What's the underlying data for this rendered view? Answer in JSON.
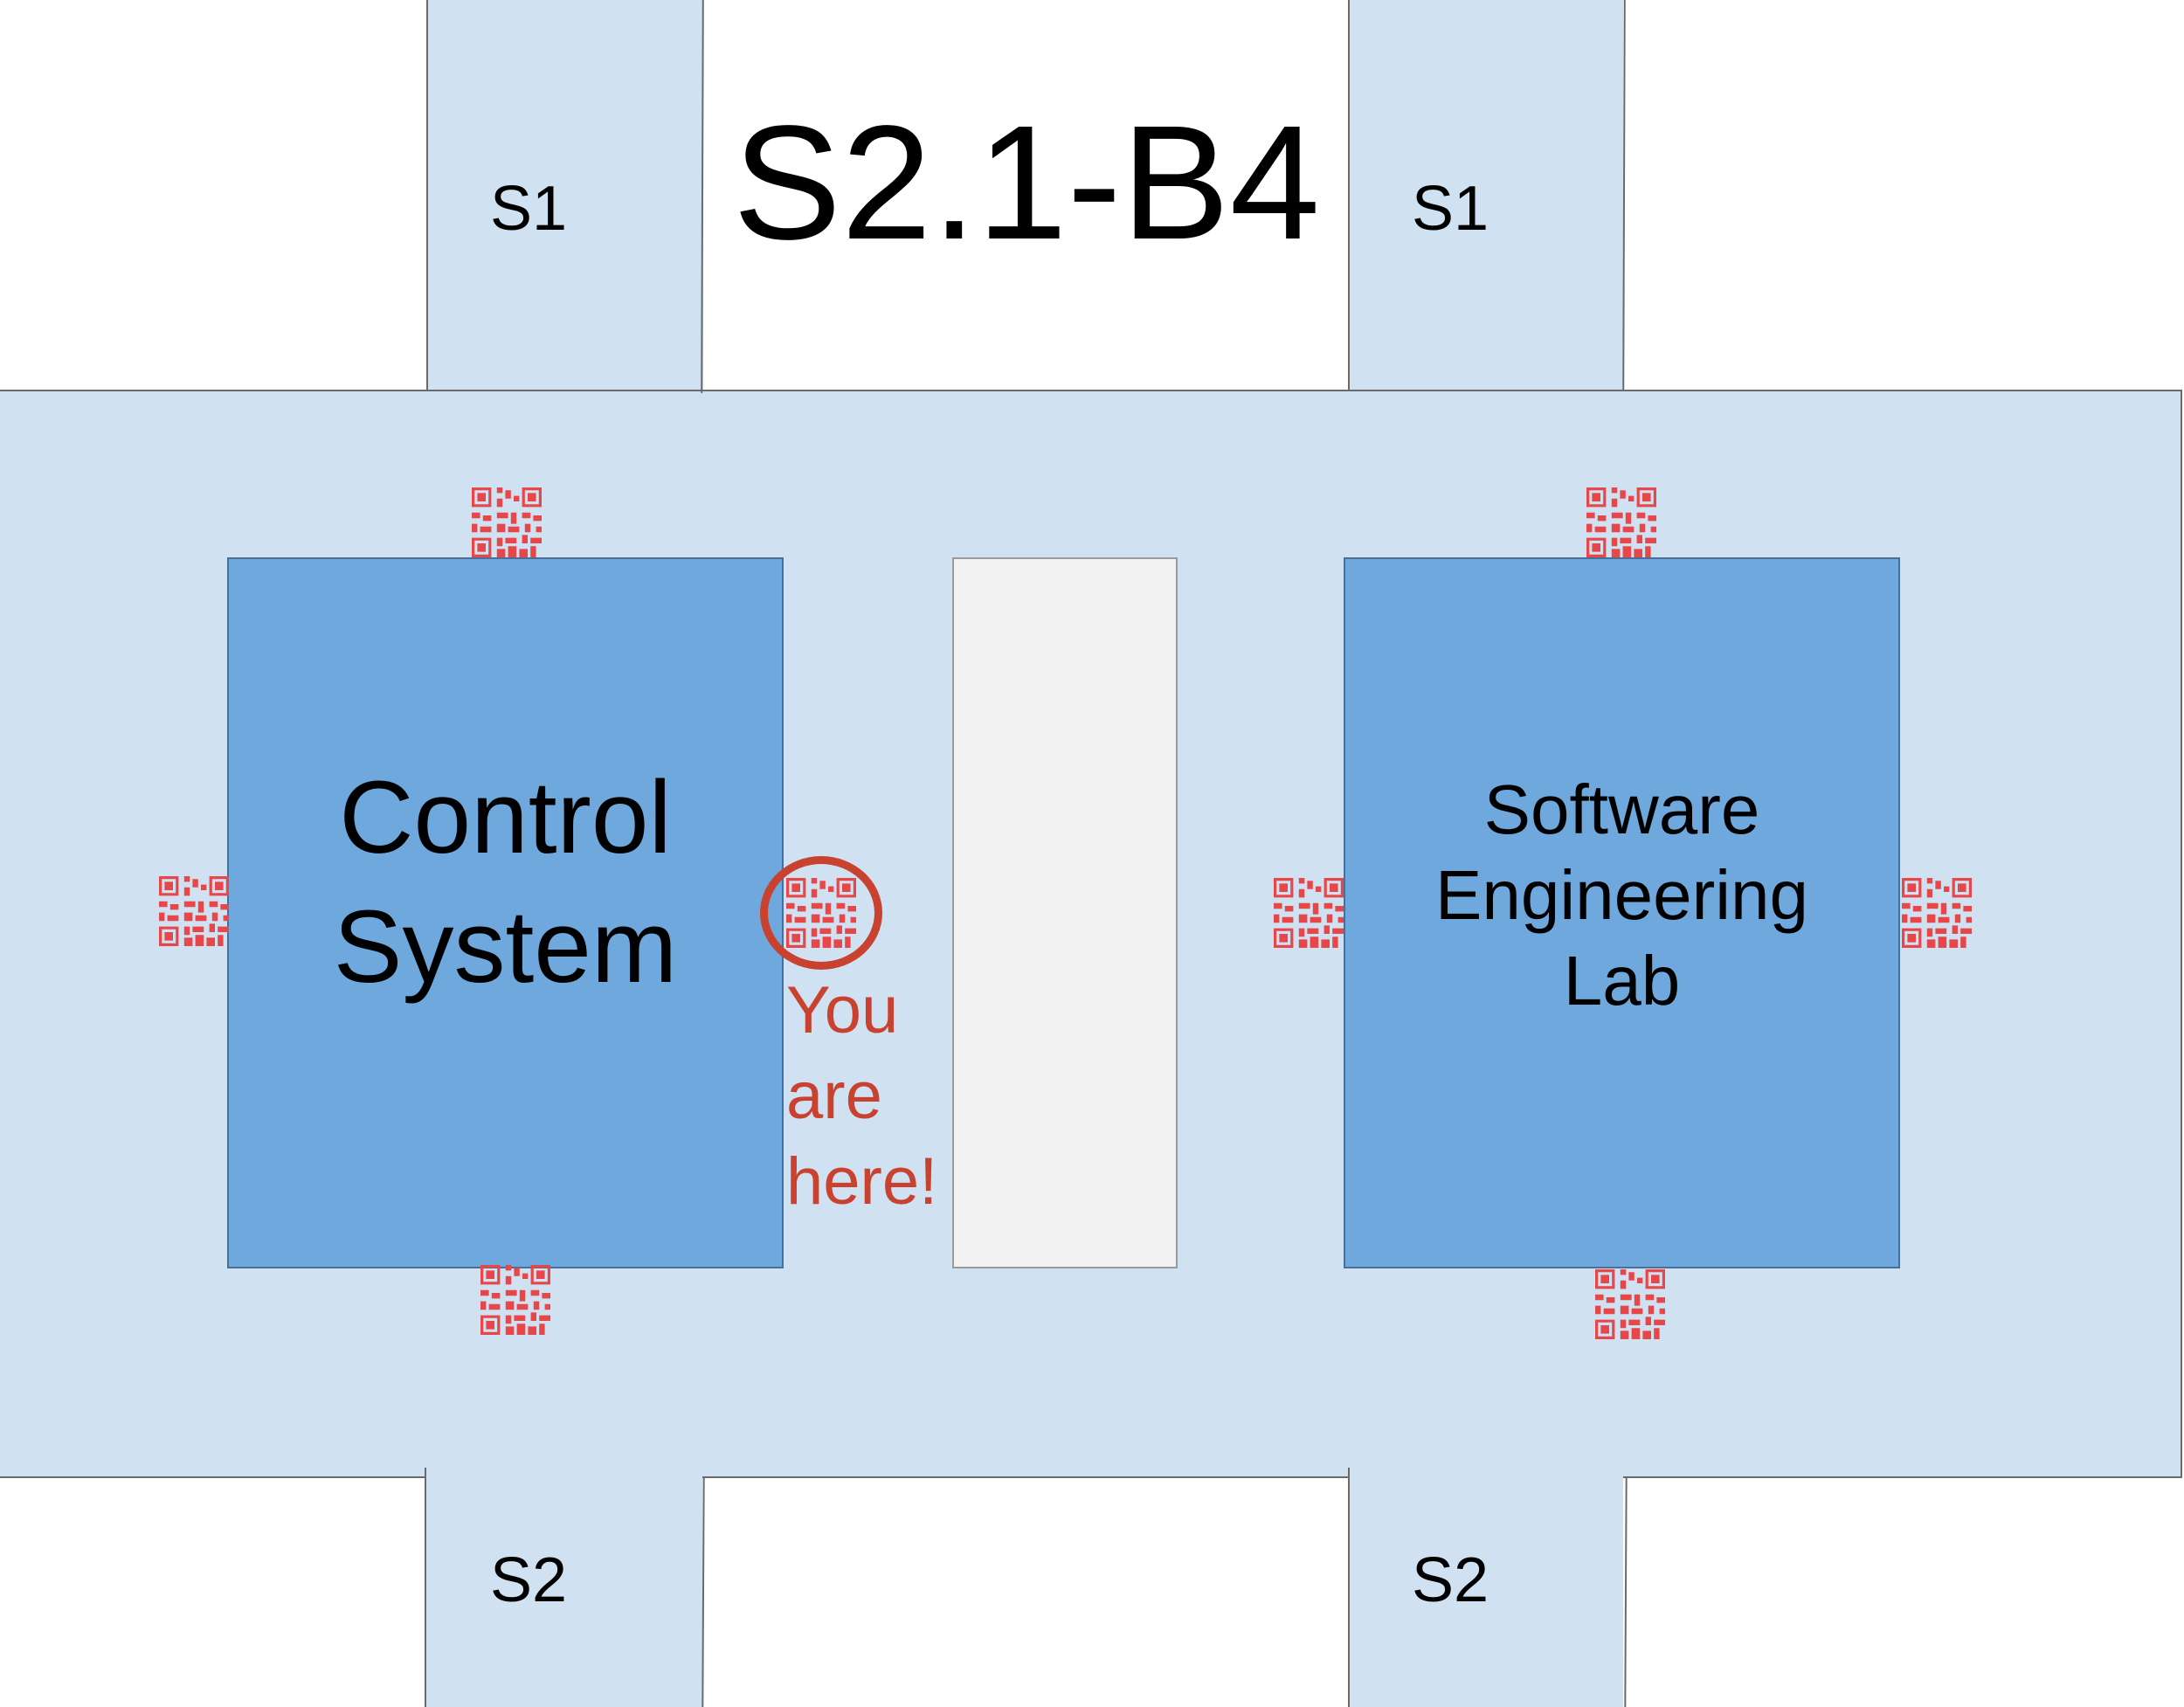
{
  "map": {
    "title": "S2.1-B4",
    "colors": {
      "corridor": "#d0e1f2",
      "room": "#6fa8dc",
      "pillar": "#f2f2f2",
      "marker": "#c9412f",
      "qr": "#e8474a"
    },
    "corridors": {
      "top_left": "S1",
      "top_right": "S1",
      "bottom_left": "S2",
      "bottom_right": "S2"
    },
    "rooms": {
      "left": "Control\nSystem",
      "right": "Software\nEngineering\nLab"
    },
    "you_are_here": {
      "label": "You\nare\nhere!",
      "icon": "location-circle-icon"
    },
    "qr_icons": "qr-code-icon"
  }
}
